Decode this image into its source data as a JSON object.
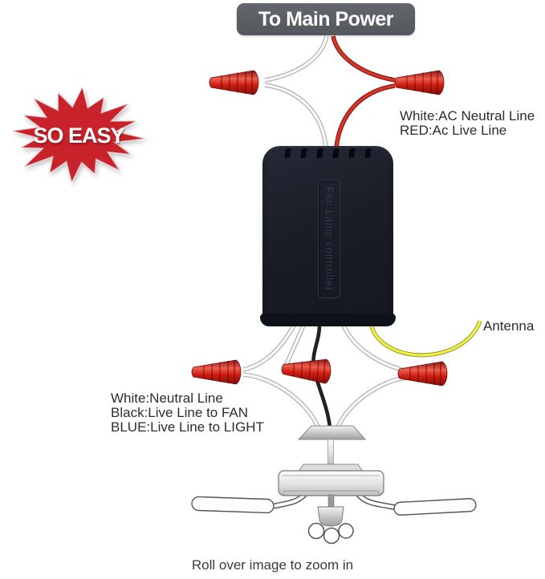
{
  "header": {
    "main_power": "To Main Power"
  },
  "badge": {
    "so_easy": "SO EASY"
  },
  "legend_top": {
    "line1": "White:AC Neutral Line",
    "line2": "RED:Ac Live Line"
  },
  "antenna": {
    "label": "Antenna"
  },
  "legend_bottom": {
    "line1": "White:Neutral Line",
    "line2": "Black:Live Line to FAN",
    "line3": "BLUE:Live Line to LIGHT"
  },
  "controller": {
    "label": "Fan Lamp controller"
  },
  "footer": {
    "caption": "Roll over image to zoom in"
  },
  "colors": {
    "starburst_red": "#c8222b",
    "wire_nut_red": "#d21f14",
    "wire_red": "#d8352a",
    "wire_white": "#f7f7f7",
    "wire_black": "#222222",
    "antenna_yellow": "#eef046",
    "controller_body": "#1a1d27",
    "badge_gray": "#56595d"
  }
}
